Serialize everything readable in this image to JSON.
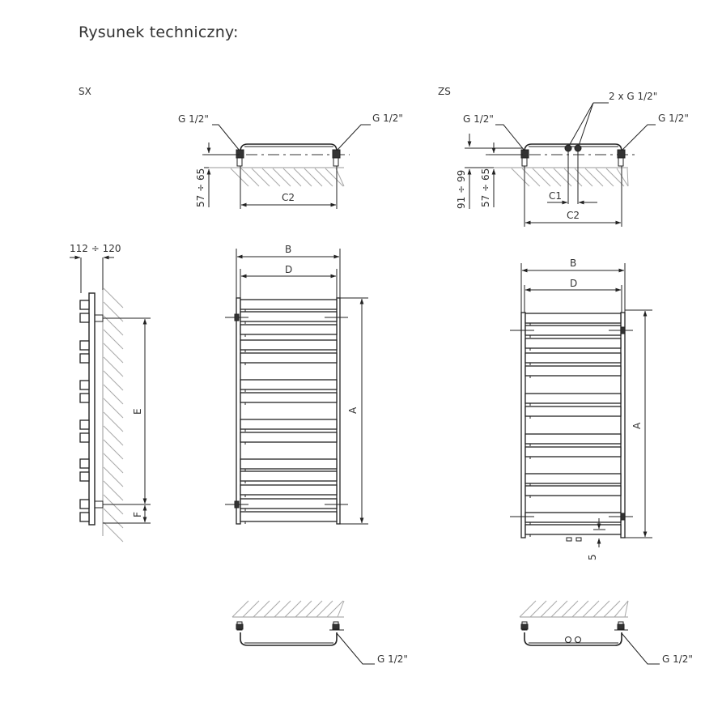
{
  "title": "Rysunek techniczny:",
  "variants": {
    "sx": "SX",
    "zs": "ZS"
  },
  "connections": {
    "sx_left": "G 1/2\"",
    "sx_right": "G 1/2\"",
    "zs_left": "G 1/2\"",
    "zs_right": "G 1/2\"",
    "zs_middle": "2 x G 1/2\"",
    "sx_bottom": "G 1/2\"",
    "zs_bottom": "G 1/2\""
  },
  "dimensions": {
    "sx_height": "57 ÷ 65",
    "zs_height_outer": "91 ÷ 99",
    "zs_height_inner": "57 ÷ 65",
    "c1": "C1",
    "c2_sx": "C2",
    "c2_zs": "C2",
    "depth": "112 ÷ 120",
    "b_sx": "B",
    "d_sx": "D",
    "b_zs": "B",
    "d_zs": "D",
    "a_sx": "A",
    "a_zs": "A",
    "e": "E",
    "f": "F",
    "gap": "5"
  }
}
